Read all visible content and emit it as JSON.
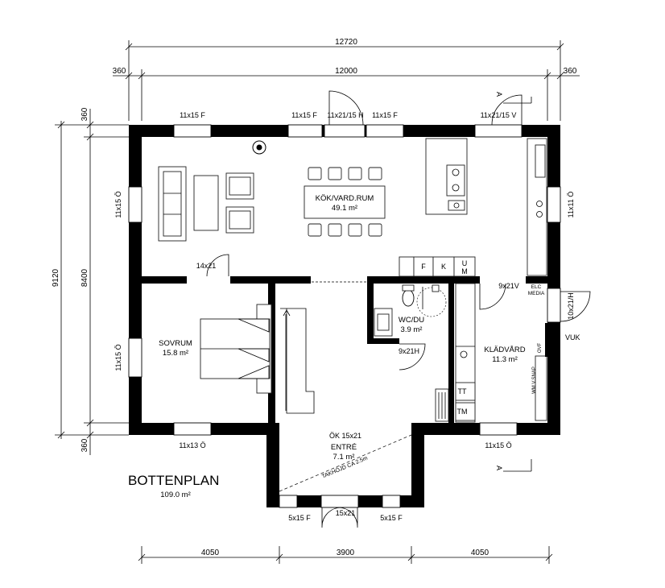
{
  "dimensions": {
    "top_total": "12720",
    "top_inner": "12000",
    "top_left_offset": "360",
    "top_right_offset": "360",
    "left_total": "9120",
    "left_inner": "8400",
    "left_top_offset": "360",
    "left_bottom_offset": "360",
    "bottom_segments": [
      "4050",
      "3900",
      "4050"
    ]
  },
  "windows": {
    "top_1": "11x15 F",
    "top_2": "11x15 F",
    "top_door": "11x21/15 H",
    "top_3": "11x15 F",
    "top_right_door": "11x21/15 V",
    "left_upper": "11x15 Ö",
    "left_lower": "11x15 Ö",
    "right_upper": "11x11 Ö",
    "bottom_left": "11x13 Ö",
    "bottom_right": "11x15 Ö",
    "entry_left": "5x15 F",
    "entry_right": "5x15 F"
  },
  "doors": {
    "living_to_bedroom": "14x21",
    "hall_to_closet": "9x21V",
    "wc_door": "9x21H",
    "side_door": "10x21/H",
    "front_door": "15x21",
    "ok_label": "ÖK 15x21"
  },
  "rooms": {
    "kitchen_name": "KÖK/VARD.RUM",
    "kitchen_area": "49.1 m²",
    "bedroom_name": "SOVRUM",
    "bedroom_area": "15.8 m²",
    "wc_name": "WC/DU",
    "wc_area": "3.9 m²",
    "closet_name": "KLÄDVÅRD",
    "closet_area": "11.3 m²",
    "entry_name": "ENTRÉ",
    "entry_area": "7.1 m²"
  },
  "labels": {
    "elc_line1": "ELC",
    "elc_line2": "MEDIA",
    "vuk": "VUK",
    "ceiling_note": "TAKHÖJD CA 2.5m",
    "appliance_f": "F",
    "appliance_k": "K",
    "appliance_u": "U",
    "appliance_m": "M",
    "tt": "TT",
    "tm": "TM",
    "ovf": "OVF",
    "wm_vsnap": "WM V.SNAP",
    "section_marker": "A"
  },
  "title": {
    "name": "BOTTENPLAN",
    "area": "109.0 m²"
  }
}
